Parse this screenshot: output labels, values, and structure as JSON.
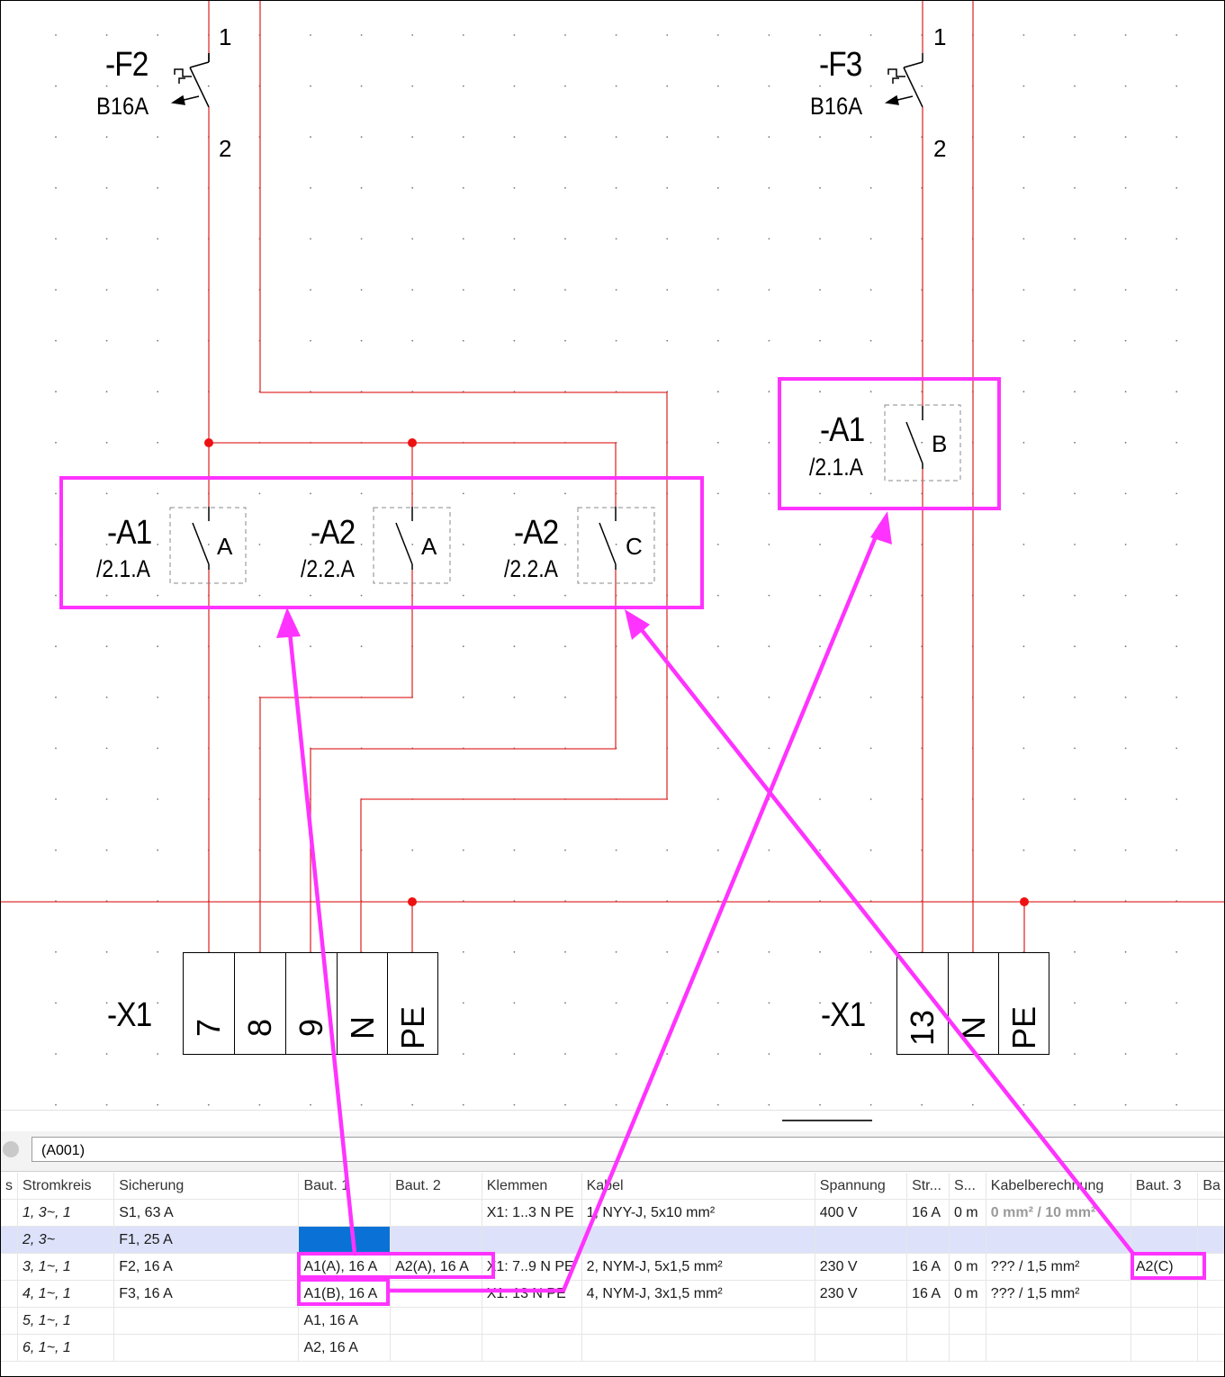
{
  "colors": {
    "wire": "#e03030",
    "dot": "#ee1111",
    "highlight": "#ff33ff",
    "selected_row": "#dde2fa",
    "selected_cell": "#0a72d6"
  },
  "schematic": {
    "fuses": [
      {
        "name": "-F2",
        "rating": "B16A",
        "pin_top": "1",
        "pin_bottom": "2"
      },
      {
        "name": "-F3",
        "rating": "B16A",
        "pin_top": "1",
        "pin_bottom": "2"
      }
    ],
    "contacts": [
      {
        "name": "-A1",
        "ref": "/2.1.A",
        "contact": "A"
      },
      {
        "name": "-A2",
        "ref": "/2.2.A",
        "contact": "A"
      },
      {
        "name": "-A2",
        "ref": "/2.2.A",
        "contact": "C"
      },
      {
        "name": "-A1",
        "ref": "/2.1.A",
        "contact": "B"
      }
    ],
    "terminal_strips": [
      {
        "name": "-X1",
        "terminals": [
          "7",
          "8",
          "9",
          "N",
          "PE"
        ]
      },
      {
        "name": "-X1",
        "terminals": [
          "13",
          "N",
          "PE"
        ]
      }
    ]
  },
  "toolbar": {
    "path_value": "(A001)"
  },
  "table": {
    "columns": [
      "s",
      "Stromkreis",
      "Sicherung",
      "Baut. 1",
      "Baut. 2",
      "Klemmen",
      "Kabel",
      "Spannung",
      "Str...",
      "S...",
      "Kabelberechnung",
      "Baut. 3",
      "Ba"
    ],
    "rows": [
      [
        "",
        "1, 3~, 1",
        "S1, 63 A",
        "",
        "",
        "X1: 1..3 N PE",
        "1, NYY-J, 5x10 mm²",
        "400 V",
        "16 A",
        "0 m",
        "0 mm² / 10 mm²",
        "",
        ""
      ],
      [
        "",
        "2, 3~",
        "F1, 25 A",
        "",
        "",
        "",
        "",
        "",
        "",
        "",
        "",
        "",
        ""
      ],
      [
        "",
        "3, 1~, 1",
        "F2, 16 A",
        "A1(A), 16 A",
        "A2(A), 16 A",
        "X1: 7..9 N PE",
        "2, NYM-J, 5x1,5 mm²",
        "230 V",
        "16 A",
        "0 m",
        "??? / 1,5 mm²",
        "A2(C)",
        ""
      ],
      [
        "",
        "4, 1~, 1",
        "F3, 16 A",
        "A1(B), 16 A",
        "",
        "X1: 13 N PE",
        "4, NYM-J, 3x1,5 mm²",
        "230 V",
        "16 A",
        "0 m",
        "??? / 1,5 mm²",
        "",
        ""
      ],
      [
        "",
        "5, 1~, 1",
        "",
        "A1, 16 A",
        "",
        "",
        "",
        "",
        "",
        "",
        "",
        "",
        ""
      ],
      [
        "",
        "6, 1~, 1",
        "",
        "A2, 16 A",
        "",
        "",
        "",
        "",
        "",
        "",
        "",
        "",
        ""
      ]
    ]
  }
}
